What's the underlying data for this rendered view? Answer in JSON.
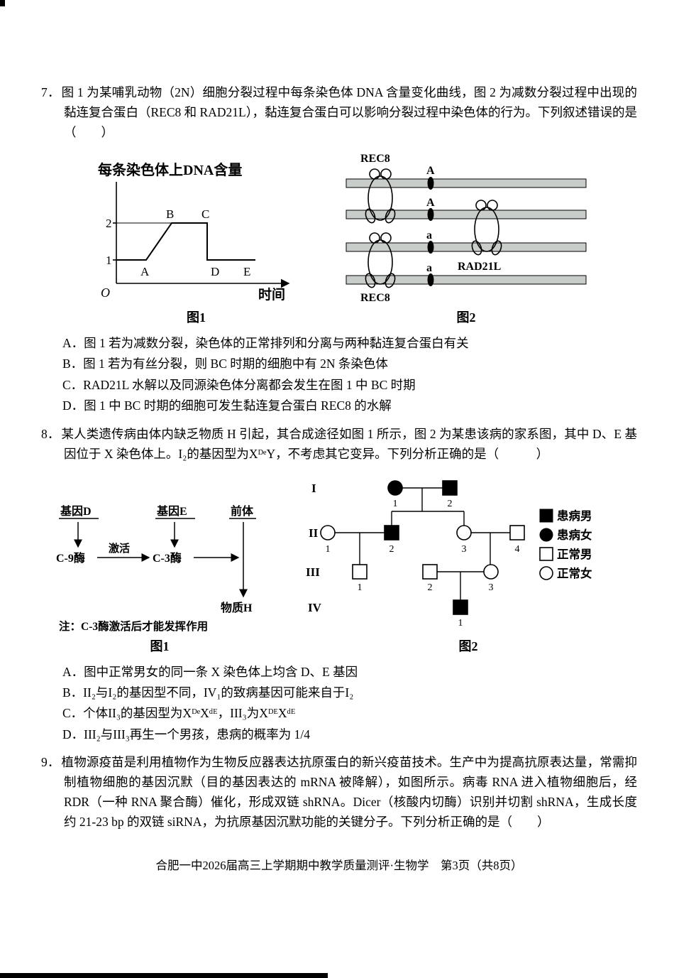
{
  "q7": {
    "number": "7．",
    "stem": "图 1 为某哺乳动物（2N）细胞分裂过程中每条染色体 DNA 含量变化曲线，图 2 为减数分裂过程中出现的黏连复合蛋白（REC8 和 RAD21L），黏连复合蛋白可以影响分裂过程中染色体的行为。下列叙述错误的是（　　）",
    "fig1": {
      "title": "每条染色体上DNA含量",
      "xlabel": "时间",
      "origin": "O",
      "tick1": "1",
      "tick2": "2",
      "pA": "A",
      "pB": "B",
      "pC": "C",
      "pD": "D",
      "pE": "E",
      "caption": "图1",
      "chart_data": {
        "type": "line",
        "ylabel": "每条染色体上DNA含量",
        "xlabel": "时间",
        "yticks": [
          1,
          2
        ],
        "segments": [
          {
            "from": "O",
            "to": "A",
            "value": 1
          },
          {
            "from": "A",
            "to": "B",
            "value": "rises 1→2"
          },
          {
            "from": "B",
            "to": "C",
            "value": 2
          },
          {
            "from": "C",
            "to": "D",
            "value": "drops 2→1"
          },
          {
            "from": "D",
            "to": "E",
            "value": 1
          }
        ]
      }
    },
    "fig2": {
      "rec8_top": "REC8",
      "rec8_bottom": "REC8",
      "rad21l": "RAD21L",
      "chrom1": "A",
      "chrom2": "A",
      "chrom3": "a",
      "chrom4": "a",
      "caption": "图2"
    },
    "options": [
      "A．图 1 若为减数分裂，染色体的正常排列和分离与两种黏连复合蛋白有关",
      "B．图 1 若为有丝分裂，则 BC 时期的细胞中有 2N 条染色体",
      "C．RAD21L 水解以及同源染色体分离都会发生在图 1 中 BC 时期",
      "D．图 1 中 BC 时期的细胞可发生黏连复合蛋白 REC8 的水解"
    ]
  },
  "q8": {
    "number": "8．",
    "stem": "某人类遗传病由体内缺乏物质 H 引起，其合成途径如图 1 所示，图 2 为某患该病的家系图，其中 D、E 基因位于 X 染色体上。I₂的基因型为XᴰᵉY，不考虑其它变异。下列分析正确的是（　　　）",
    "fig1": {
      "geneD": "基因D",
      "geneE": "基因E",
      "precursor": "前体",
      "c9": "C-9酶",
      "c3": "C-3酶",
      "activate": "激活",
      "substance": "物质H",
      "note": "注：C-3酶激活后才能发挥作用",
      "caption": "图1"
    },
    "fig2": {
      "gen1": "I",
      "gen2": "II",
      "gen3": "III",
      "gen4": "IV",
      "nums_I": [
        "1",
        "2"
      ],
      "nums_II": [
        "1",
        "2",
        "3",
        "4"
      ],
      "nums_III": [
        "1",
        "2",
        "3"
      ],
      "nums_IV": [
        "1"
      ],
      "legend": [
        "患病男",
        "患病女",
        "正常男",
        "正常女"
      ],
      "caption": "图2"
    },
    "options": [
      "A．图中正常男女的同一条 X 染色体上均含 D、E 基因",
      "B．II₂与I₂的基因型不同，IV₁的致病基因可能来自于I₂",
      "C．个体II₃的基因型为XᴰᵉXᵈᴱ，III₃为XᴰᴱXᵈᴱ",
      "D．III₂与III₃再生一个男孩，患病的概率为 1/4"
    ]
  },
  "q9": {
    "number": "9．",
    "stem": "植物源疫苗是利用植物作为生物反应器表达抗原蛋白的新兴疫苗技术。生产中为提高抗原表达量，常需抑制植物细胞的基因沉默（目的基因表达的 mRNA 被降解），如图所示。病毒 RNA 进入植物细胞后，经 RDR（一种 RNA 聚合酶）催化，形成双链 shRNA。Dicer（核酸内切酶）识别并切割 shRNA，生成长度约 21-23 bp 的双链 siRNA，为抗原基因沉默功能的关键分子。下列分析正确的是（　　）"
  },
  "page": {
    "footer": "合肥一中2026届高三上学期期中教学质量测评·生物学　第3页（共8页）"
  }
}
